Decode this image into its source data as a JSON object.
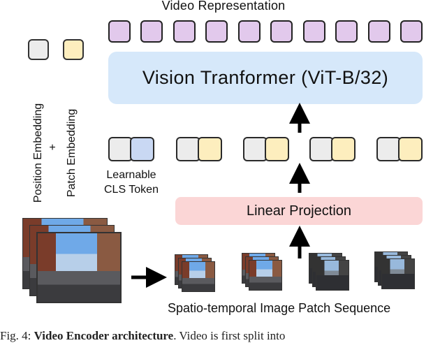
{
  "diagram": {
    "top_title": "Video Representation",
    "vit_label": "Vision Tranformer (ViT-B/32)",
    "legend": {
      "position_label": "Position Embedding",
      "plus": "+",
      "patch_label": "Patch Embedding",
      "position_color": "#ececec",
      "patch_color": "#fdeebe"
    },
    "cls_label_line1": "Learnable",
    "cls_label_line2": "CLS Token",
    "linear_projection_label": "Linear Projection",
    "patch_sequence_label": "Spatio-temporal Image Patch Sequence",
    "colors": {
      "output_token": "#e2c9ec",
      "vit_box": "#d6e8fa",
      "linear_projection_box": "#fbd6d6",
      "cls_token": "#c9d8f3"
    }
  },
  "caption": {
    "prefix": "Fig. 4: ",
    "bold": "Video Encoder architecture",
    "rest": ". Video is first split into"
  }
}
